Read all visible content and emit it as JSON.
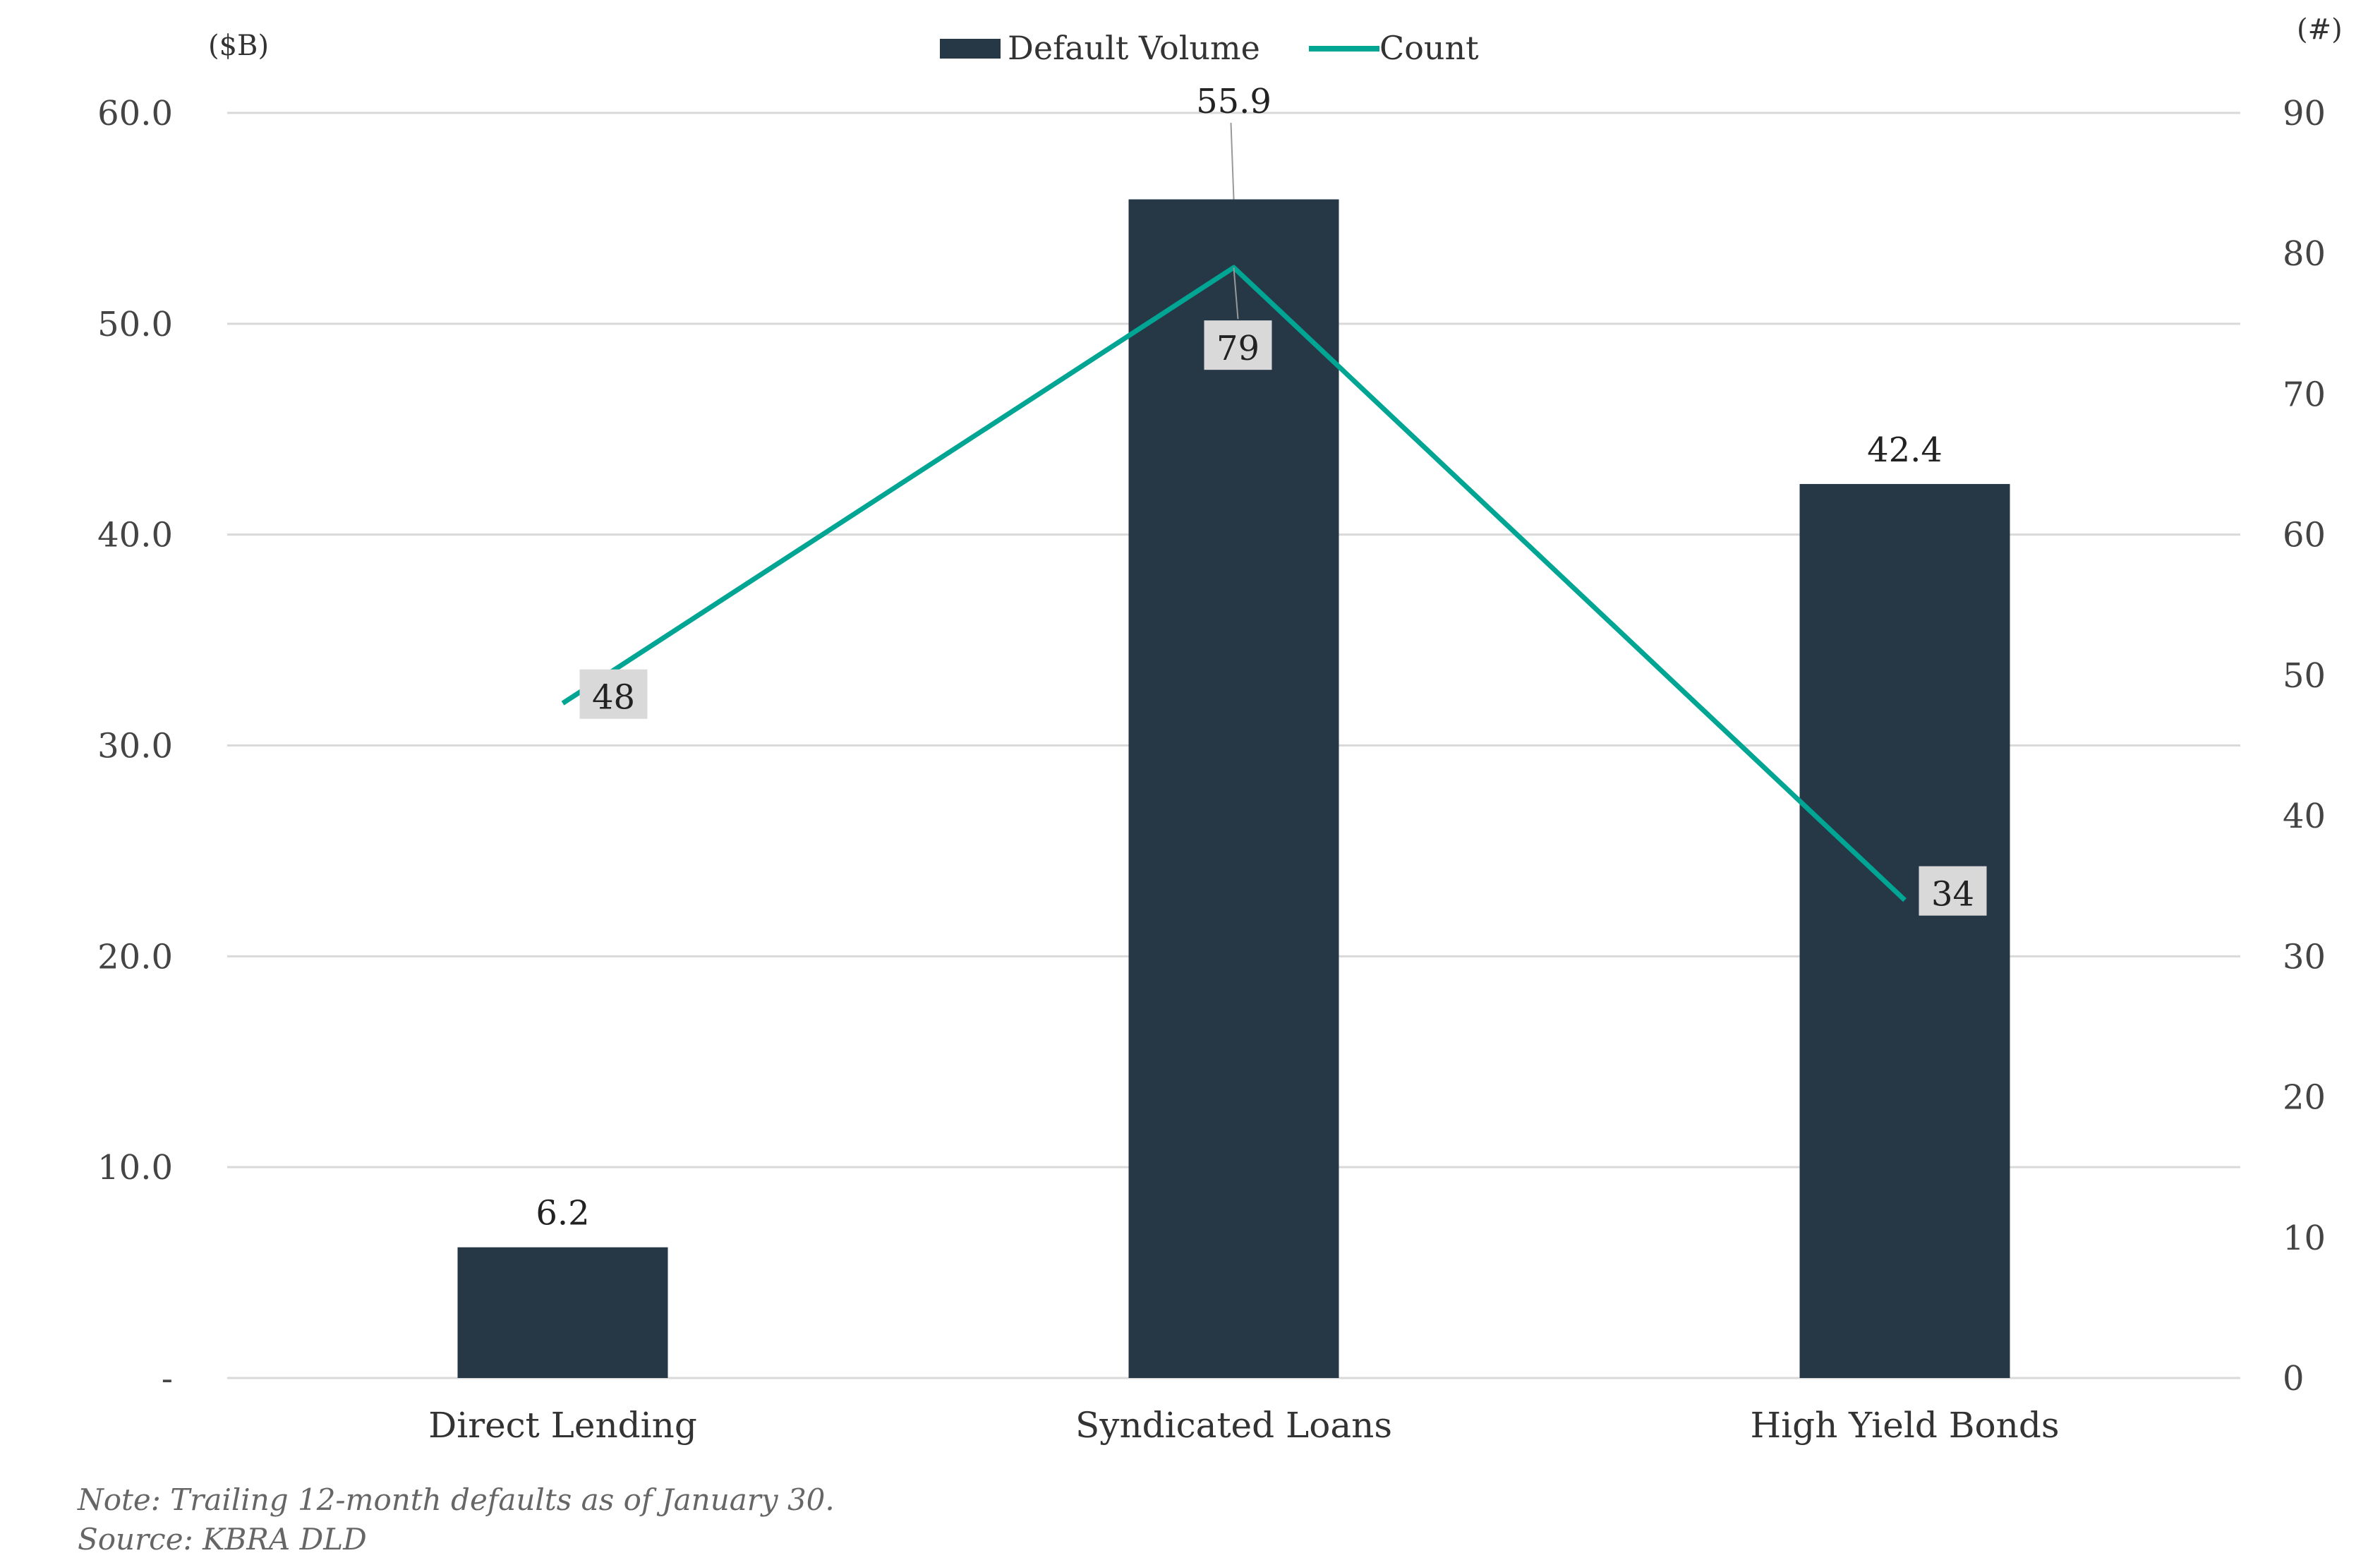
{
  "chart_data": {
    "type": "bar",
    "categories": [
      "Direct Lending",
      "Syndicated Loans",
      "High Yield Bonds"
    ],
    "series": [
      {
        "name": "Default Volume",
        "type": "bar",
        "axis": "left",
        "values": [
          6.2,
          55.9,
          42.4
        ],
        "labels": [
          "6.2",
          "55.9",
          "42.4"
        ],
        "color": "#263746"
      },
      {
        "name": "Count",
        "type": "line",
        "axis": "right",
        "values": [
          48,
          79,
          34
        ],
        "labels": [
          "48",
          "79",
          "34"
        ],
        "color": "#00A693"
      }
    ],
    "y_left": {
      "unit_label": "($B)",
      "range": [
        0,
        60
      ],
      "ticks": [
        0,
        10,
        20,
        30,
        40,
        50,
        60
      ],
      "tick_labels": [
        "-",
        "10.0",
        "20.0",
        "30.0",
        "40.0",
        "50.0",
        "60.0"
      ]
    },
    "y_right": {
      "unit_label": "(#)",
      "range": [
        0,
        90
      ],
      "ticks": [
        0,
        10,
        20,
        30,
        40,
        50,
        60,
        70,
        80,
        90
      ],
      "tick_labels": [
        "0",
        "10",
        "20",
        "30",
        "40",
        "50",
        "60",
        "70",
        "80",
        "90"
      ]
    },
    "grid": true,
    "legend_position": "top-center"
  },
  "notes": {
    "note": "Note: Trailing 12-month defaults as of January 30.",
    "source": "Source: KBRA DLD"
  },
  "colors": {
    "bar": "#263746",
    "line": "#00A693",
    "grid": "#D9D9D9",
    "label_box": "#D9D9D9"
  }
}
